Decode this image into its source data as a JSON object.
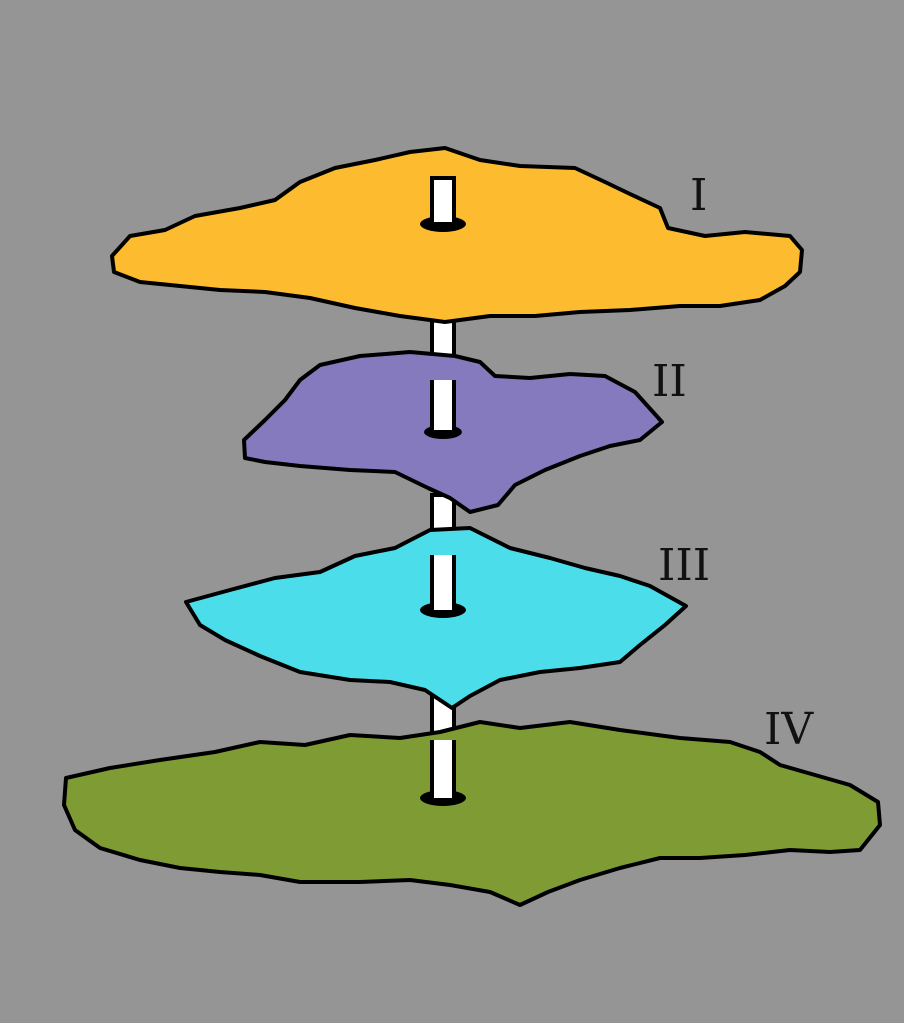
{
  "background_color": "#959595",
  "layers": [
    {
      "label": "I",
      "color": "#FDBB30"
    },
    {
      "label": "II",
      "color": "#857ABE"
    },
    {
      "label": "III",
      "color": "#4CDDEB"
    },
    {
      "label": "IV",
      "color": "#7F9C34"
    }
  ],
  "pole_color": "#FFFFFF",
  "outline_color": "#000000"
}
